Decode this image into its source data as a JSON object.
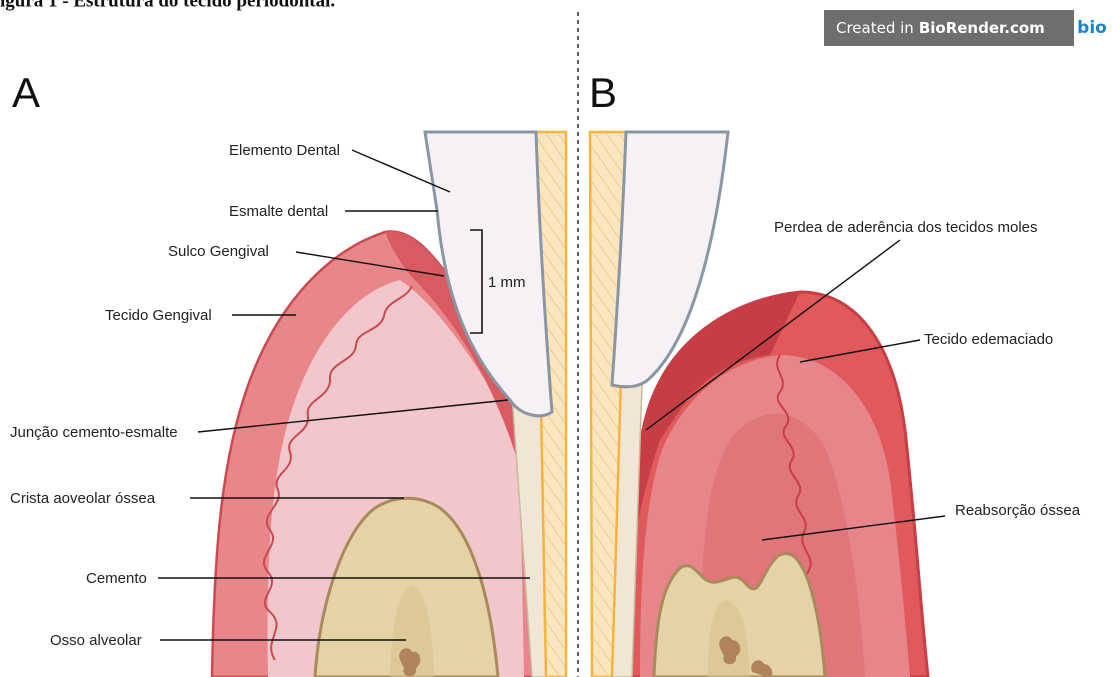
{
  "caption": "igura 1 - Estrutura do tecido periodontal.",
  "badge": {
    "prefix": "Created in",
    "brand": "BioRender.com",
    "logo": "bio"
  },
  "panels": {
    "a": "A",
    "b": "B"
  },
  "labels_a": {
    "elemento_dental": "Elemento Dental",
    "esmalte_dental": "Esmalte dental",
    "sulco_gengival": "Sulco Gengival",
    "tecido_gengival": "Tecido Gengival",
    "juncao": "Junção cemento-esmalte",
    "crista": "Crista aoveolar óssea",
    "cemento": "Cemento",
    "osso": "Osso alveolar",
    "mm": "1 mm"
  },
  "labels_b": {
    "perdea": "Perdea de aderência dos tecidos moles",
    "edemaciado": "Tecido edemaciado",
    "reabsorcao": "Reabsorção óssea"
  },
  "colors": {
    "enamel": "#f6f1f4",
    "enamel_outline": "#8a97a2",
    "gingiva_outer": "#e8868a",
    "gingiva_inner": "#f1c7cc",
    "gingiva_edge": "#c94a52",
    "inflamed": "#e05a5c",
    "inflamed_dark": "#c73e44",
    "bone": "#e4d3a6",
    "bone_outline": "#a98a5a",
    "cementum": "#f1e6d6",
    "pulp_stripe": "#f4c25d"
  }
}
